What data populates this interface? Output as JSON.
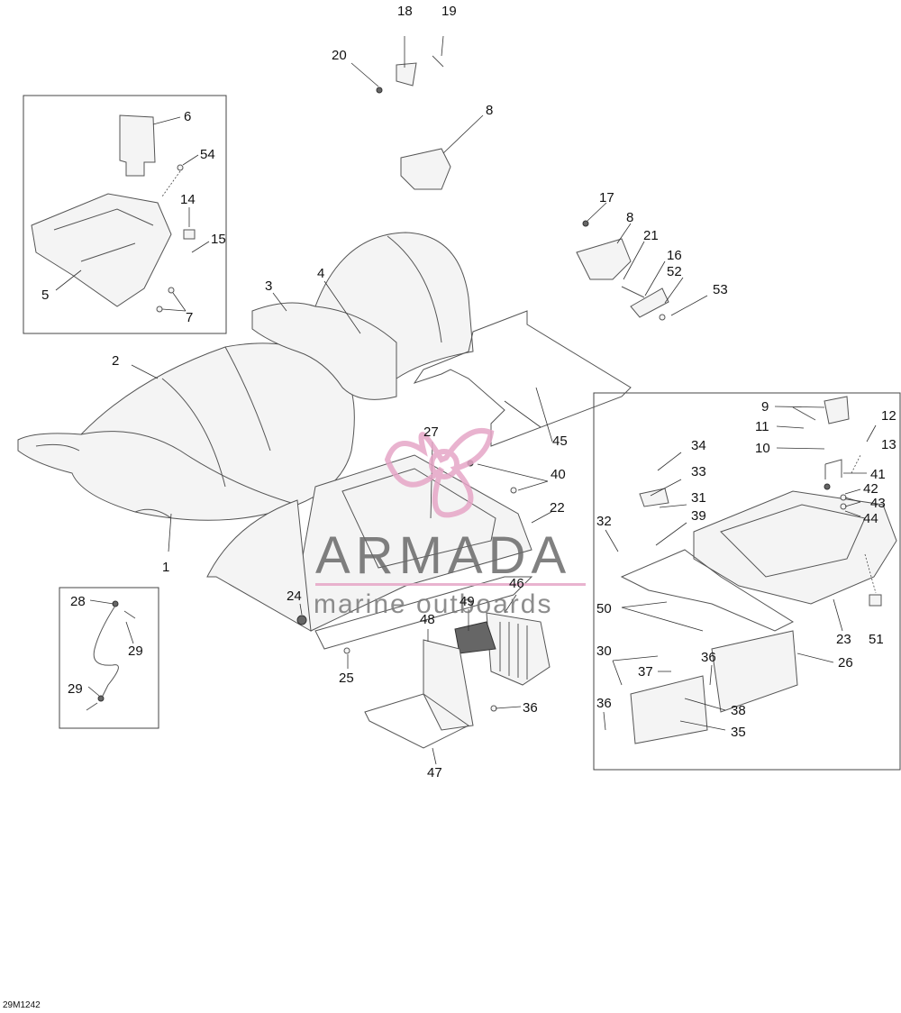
{
  "callouts": [
    "1",
    "2",
    "3",
    "4",
    "5",
    "6",
    "7",
    "8",
    "8",
    "9",
    "10",
    "11",
    "12",
    "13",
    "14",
    "15",
    "16",
    "17",
    "18",
    "19",
    "20",
    "21",
    "22",
    "23",
    "24",
    "25",
    "26",
    "27",
    "28",
    "29",
    "29",
    "30",
    "31",
    "32",
    "33",
    "34",
    "35",
    "36",
    "36",
    "36",
    "37",
    "38",
    "39",
    "40",
    "41",
    "42",
    "43",
    "44",
    "45",
    "46",
    "47",
    "48",
    "49",
    "50",
    "51",
    "52",
    "53",
    "54"
  ],
  "watermark": {
    "brand": "ARMADA",
    "tagline": "marine outboards",
    "color": "#e6a6c7"
  },
  "reference_code": "29M1242"
}
